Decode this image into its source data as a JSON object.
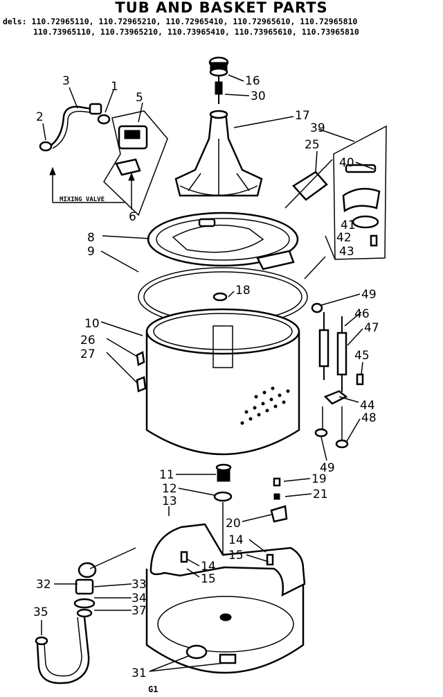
{
  "title": "TUB AND BASKET PARTS",
  "models_line1": "dels: 110.72965110, 110.72965210, 110.72965410, 110.72965610, 110.72965810",
  "models_line2": "110.73965110, 110.73965210, 110.73965410, 110.73965610, 110.73965810",
  "mixing_valve_label": "MIXING VALVE",
  "footer_code": "G1",
  "callouts": {
    "c1": "1",
    "c2": "2",
    "c3": "3",
    "c5": "5",
    "c6": "6",
    "c8": "8",
    "c9": "9",
    "c10": "10",
    "c11": "11",
    "c12": "12",
    "c13": "13",
    "c14a": "14",
    "c14b": "14",
    "c15a": "15",
    "c15b": "15",
    "c16": "16",
    "c17": "17",
    "c18": "18",
    "c19": "19",
    "c20": "20",
    "c21": "21",
    "c25": "25",
    "c26": "26",
    "c27": "27",
    "c30": "30",
    "c31": "31",
    "c32": "32",
    "c33": "33",
    "c34": "34",
    "c35": "35",
    "c37": "37",
    "c39": "39",
    "c40": "40",
    "c41": "41",
    "c42": "42",
    "c43": "43",
    "c44": "44",
    "c45": "45",
    "c46": "46",
    "c47": "47",
    "c48": "48",
    "c49a": "49",
    "c49b": "49"
  }
}
